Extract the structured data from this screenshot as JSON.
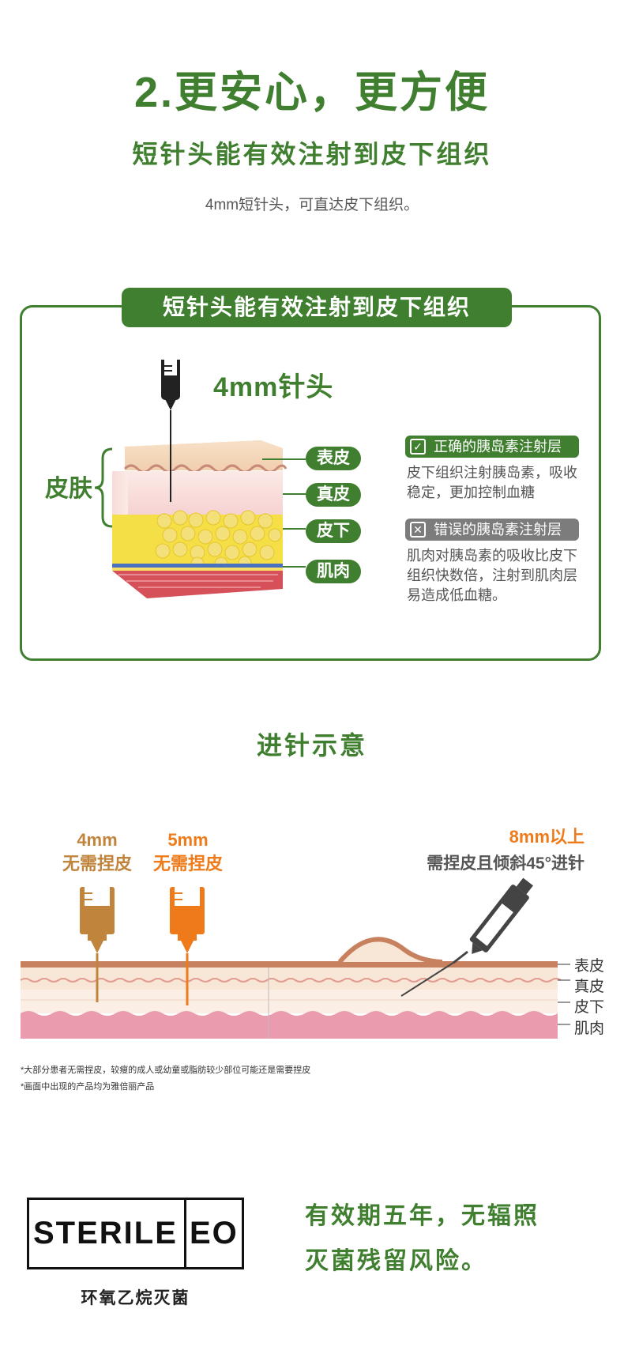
{
  "header": {
    "title": "2.更安心，更方便",
    "subtitle": "短针头能有效注射到皮下组织",
    "description": "4mm短针头，可直达皮下组织。"
  },
  "panel": {
    "title": "短针头能有效注射到皮下组织",
    "needle_length": "4mm针头",
    "skin_label": "皮肤",
    "layers": [
      "表皮",
      "真皮",
      "皮下",
      "肌肉"
    ],
    "correct": {
      "badge": "正确的胰岛素注射层",
      "text": "皮下组织注射胰岛素，吸收稳定，更加控制血糖"
    },
    "wrong": {
      "badge": "错误的胰岛素注射层",
      "text": "肌肉对胰岛素的吸收比皮下组织快数倍，注射到肌肉层易造成低血糖。"
    }
  },
  "injection": {
    "title": "进针示意",
    "needle_4mm": {
      "length": "4mm",
      "note": "无需捏皮"
    },
    "needle_5mm": {
      "length": "5mm",
      "note": "无需捏皮"
    },
    "needle_8mm": {
      "length": "8mm以上",
      "note": "需捏皮且倾斜45°进针"
    },
    "layers": [
      "表皮",
      "真皮",
      "皮下",
      "肌肉"
    ]
  },
  "notes": [
    "*大部分患者无需捏皮，较瘦的成人或幼童或脂肪较少部位可能还是需要捏皮",
    "*画面中出现的产品均为雅倍丽产品"
  ],
  "sterile": {
    "left": "STERILE",
    "right": "EO",
    "caption": "环氧乙烷灭菌",
    "claim_line1": "有效期五年，无辐照",
    "claim_line2": "灭菌残留风险。"
  },
  "colors": {
    "brand_green": "#3f7f2f",
    "needle_4mm": "#c0843c",
    "needle_5mm": "#ef7a1a",
    "needle_8mm_label": "#ef7a1a",
    "wrong_gray": "#7c7c7c"
  },
  "icons": [
    "syringe-icon",
    "check-box-icon",
    "cross-box-icon",
    "brace-icon"
  ]
}
